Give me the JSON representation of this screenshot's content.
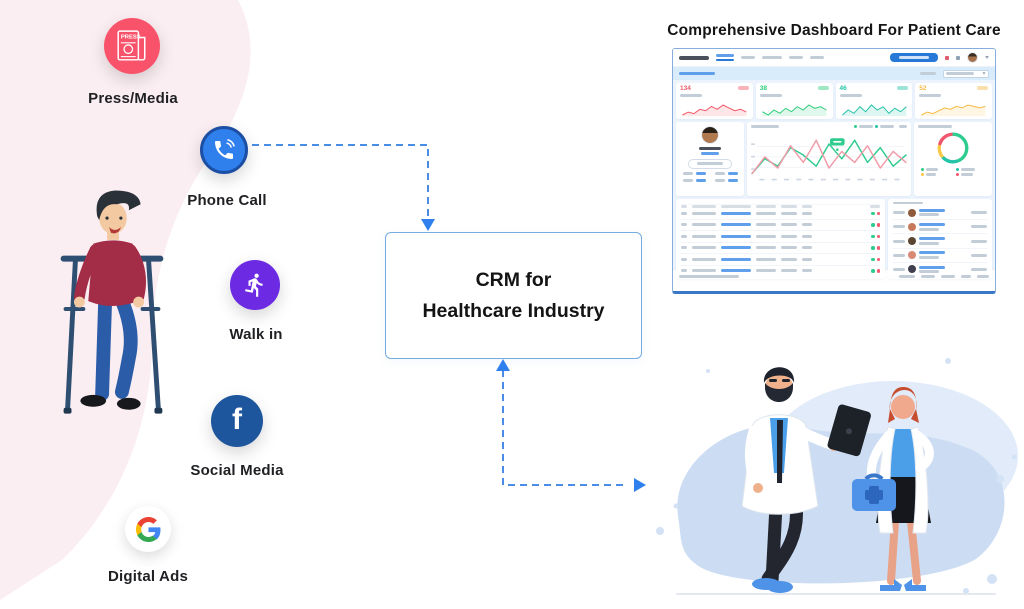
{
  "infographic": {
    "dashboard_title": "Comprehensive Dashboard For Patient Care",
    "crm_box": {
      "line1": "CRM for",
      "line2": "Healthcare Industry"
    },
    "channels": [
      {
        "label": "Press/Media",
        "icon": "press-newspaper-icon",
        "circle_color": "#f8536b",
        "icon_text": "PRESS"
      },
      {
        "label": "Phone Call",
        "icon": "phone-call-icon",
        "circle_color": "#2f80ed",
        "ring_color": "#1c4fa4"
      },
      {
        "label": "Walk in",
        "icon": "walking-person-icon",
        "circle_color": "#6c2ae2"
      },
      {
        "label": "Social Media",
        "icon": "facebook-icon",
        "circle_color": "#1e569e",
        "icon_text": "f"
      },
      {
        "label": "Digital Ads",
        "icon": "google-g-icon",
        "circle_color": "#ffffff"
      }
    ],
    "arrow_color": "#4a8de8",
    "blob_color": "#fbeef2"
  },
  "dashboard": {
    "accent_color": "#2878d8",
    "stat_cards": [
      {
        "value": "134",
        "color": "#f25767",
        "spark": [
          3,
          5,
          4,
          7,
          6,
          9,
          7,
          10,
          8,
          6,
          7,
          5
        ]
      },
      {
        "value": "38",
        "color": "#2dcd7a",
        "spark": [
          6,
          4,
          7,
          5,
          8,
          6,
          9,
          7,
          10,
          8,
          9,
          7
        ]
      },
      {
        "value": "46",
        "color": "#22c3a6",
        "spark": [
          4,
          7,
          5,
          9,
          6,
          10,
          7,
          9,
          5,
          8,
          6,
          9
        ]
      },
      {
        "value": "52",
        "color": "#f5b942",
        "spark": [
          3,
          5,
          4,
          6,
          8,
          7,
          9,
          8,
          10,
          9,
          8,
          9
        ]
      }
    ],
    "line_chart": {
      "type": "line",
      "series": [
        {
          "name": "green-series",
          "color": "#2ecc8e",
          "values": [
            35,
            55,
            45,
            70,
            60,
            45,
            75,
            55,
            80,
            50,
            70,
            45,
            60
          ]
        },
        {
          "name": "pink-series",
          "color": "#f29aa8",
          "values": [
            25,
            40,
            30,
            50,
            35,
            55,
            30,
            45,
            35,
            50,
            30,
            45,
            35
          ]
        }
      ]
    },
    "donut_chart": {
      "type": "pie",
      "values": [
        45,
        20,
        15,
        20
      ],
      "colors": [
        "#2ecc8e",
        "#22c3a6",
        "#f7c948",
        "#f2566d"
      ]
    },
    "table": {
      "row_count": 6,
      "action_colors": [
        "#2ecc8e",
        "#f2566d"
      ]
    },
    "patients": {
      "row_count": 5,
      "avatar_colors": [
        "#8d5a3b",
        "#c77b5a",
        "#5a4632",
        "#d98a74",
        "#3f3f4f"
      ]
    }
  }
}
